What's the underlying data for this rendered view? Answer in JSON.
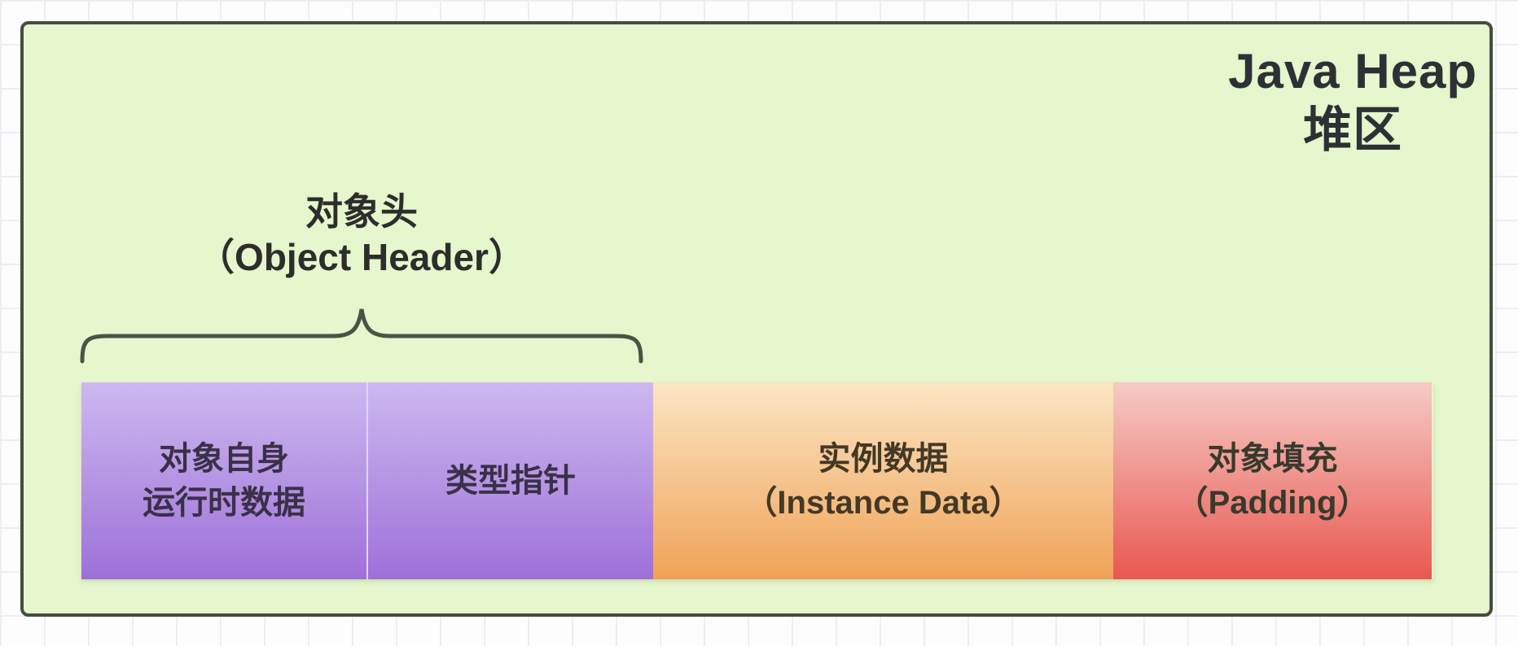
{
  "panel": {
    "title_line1": "Java Heap",
    "title_line2": "堆区",
    "background": "#e6f6cd",
    "border_color": "#474b41"
  },
  "object_header_label": {
    "line1": "对象头",
    "line2": "（Object Header）"
  },
  "brace": {
    "color": "#4b5345"
  },
  "bar": {
    "segments": [
      {
        "id": "runtime-data",
        "lines": [
          "对象自身",
          "运行时数据"
        ],
        "color_top": "#cdb9f0",
        "color_bottom": "#9e70d8",
        "text_color": "#3a3048"
      },
      {
        "id": "klass-pointer",
        "lines": [
          "类型指针"
        ],
        "color_top": "#cdb9f0",
        "color_bottom": "#9e70d8",
        "text_color": "#3a3048"
      },
      {
        "id": "instance-data",
        "lines": [
          "实例数据",
          "（Instance Data）"
        ],
        "color_top": "#fbe6c4",
        "color_bottom": "#f0a257",
        "text_color": "#443826"
      },
      {
        "id": "padding",
        "lines": [
          "对象填充",
          "（Padding）"
        ],
        "color_top": "#f6cbc6",
        "color_bottom": "#e85850",
        "text_color": "#373a2c"
      }
    ]
  }
}
